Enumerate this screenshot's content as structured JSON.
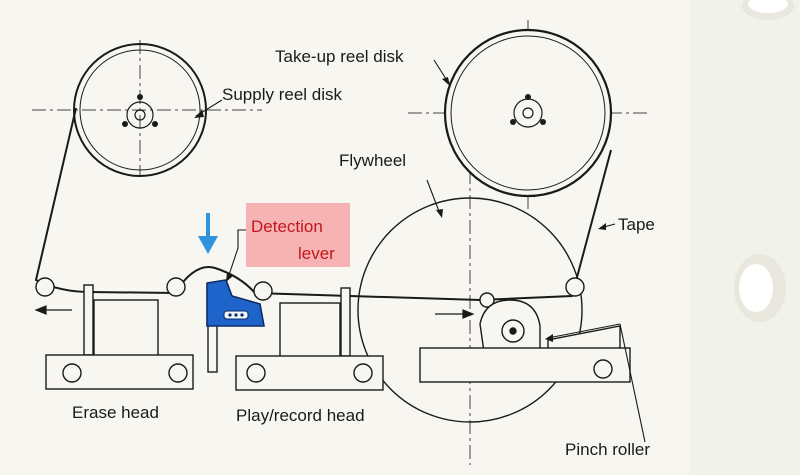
{
  "labels": {
    "takeup": "Take-up reel disk",
    "supply": "Supply reel disk",
    "flywheel": "Flywheel",
    "tape": "Tape",
    "detection_line1": "Detection",
    "detection_line2": "lever",
    "erase": "Erase head",
    "play": "Play/record head",
    "pinch": "Pinch roller"
  },
  "colors": {
    "ink": "#1a1a1a",
    "highlight_fill": "#f6b3b3",
    "highlight_text": "#c4161c",
    "lever": "#1e63c9",
    "arrow": "#2f94e0",
    "paper": "#f7f6f1"
  }
}
